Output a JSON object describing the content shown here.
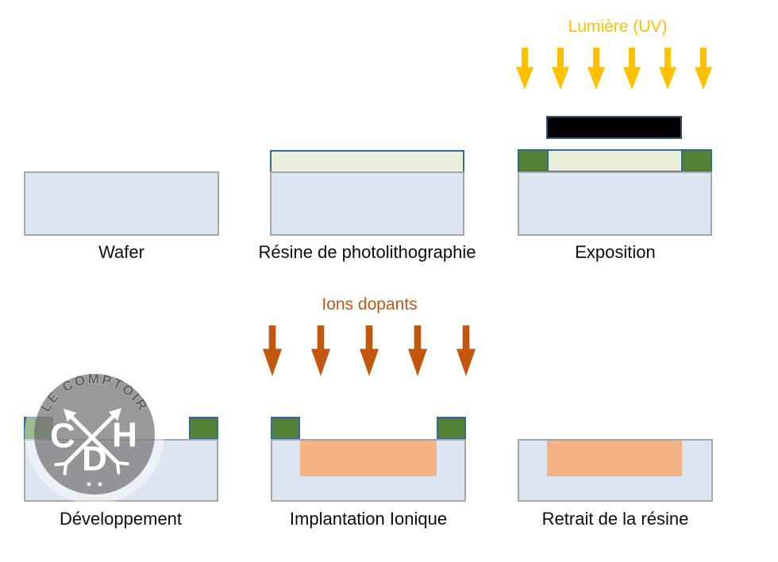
{
  "panels": {
    "wafer": {
      "label": "Wafer"
    },
    "resist": {
      "label": "Résine de photolithographie"
    },
    "exposition": {
      "label": "Exposition",
      "annotation": "Lumière (UV)",
      "uv_arrow_count": 6
    },
    "developpement": {
      "label": "Développement"
    },
    "implantation": {
      "label": "Implantation Ionique",
      "annotation": "Ions dopants",
      "ion_arrow_count": 5
    },
    "retrait": {
      "label": "Retrait de la résine"
    }
  },
  "watermark": {
    "arc_text": "LE COMPTOIR",
    "letters": {
      "left": "C",
      "right": "H",
      "bottom": "D"
    }
  },
  "icons": {
    "uv_arrow": "down-arrow",
    "ion_arrow": "down-arrow",
    "watermark_arrows": "crossed-arrows"
  },
  "colors": {
    "background": "#ffffff",
    "wafer_fill": "#dce6f2",
    "wafer_border": "#a6a6a6",
    "resist_fill": "#e9efdb",
    "resist_border": "#35699e",
    "exposed_resist_green": "#538135",
    "mask_fill": "#000000",
    "mask_border": "#35506e",
    "uv_yellow": "#ffc000",
    "ion_orange": "#c3570e",
    "doped_region_fill": "#f4b183",
    "label_text": "#0d0d0d"
  }
}
